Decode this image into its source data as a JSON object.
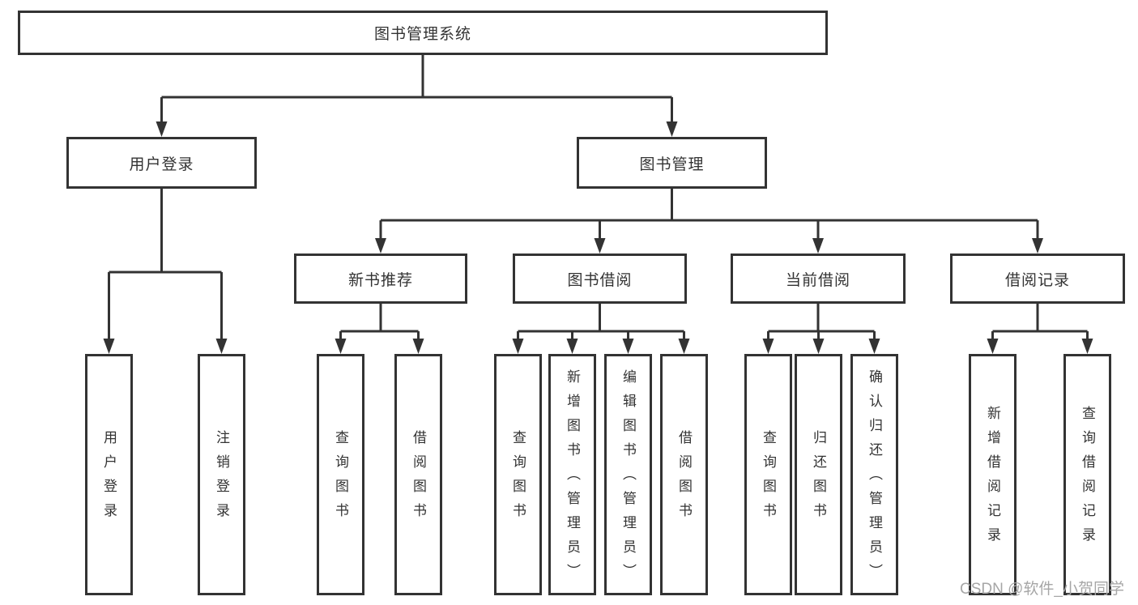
{
  "diagram": {
    "title": "图书管理系统",
    "type": "hierarchy-tree",
    "tree": {
      "label": "图书管理系统",
      "children": [
        {
          "label": "用户登录",
          "children": [
            {
              "label": "用户登录"
            },
            {
              "label": "注销登录"
            }
          ]
        },
        {
          "label": "图书管理",
          "children": [
            {
              "label": "新书推荐",
              "children": [
                {
                  "label": "查询图书"
                },
                {
                  "label": "借阅图书"
                }
              ]
            },
            {
              "label": "图书借阅",
              "children": [
                {
                  "label": "查询图书"
                },
                {
                  "label": "新增图书（管理员）"
                },
                {
                  "label": "编辑图书（管理员）"
                },
                {
                  "label": "借阅图书"
                }
              ]
            },
            {
              "label": "当前借阅",
              "children": [
                {
                  "label": "查询图书"
                },
                {
                  "label": "归还图书"
                },
                {
                  "label": "确认归还（管理员）"
                }
              ]
            },
            {
              "label": "借阅记录",
              "children": [
                {
                  "label": "新增借阅记录"
                },
                {
                  "label": "查询借阅记录"
                }
              ]
            }
          ]
        }
      ]
    },
    "watermark": "CSDN @软件_小贺同学",
    "colors": {
      "line": "#333333",
      "box_border": "#333333",
      "text": "#333333",
      "watermark": "#a6a6a6",
      "background": "#ffffff"
    }
  }
}
